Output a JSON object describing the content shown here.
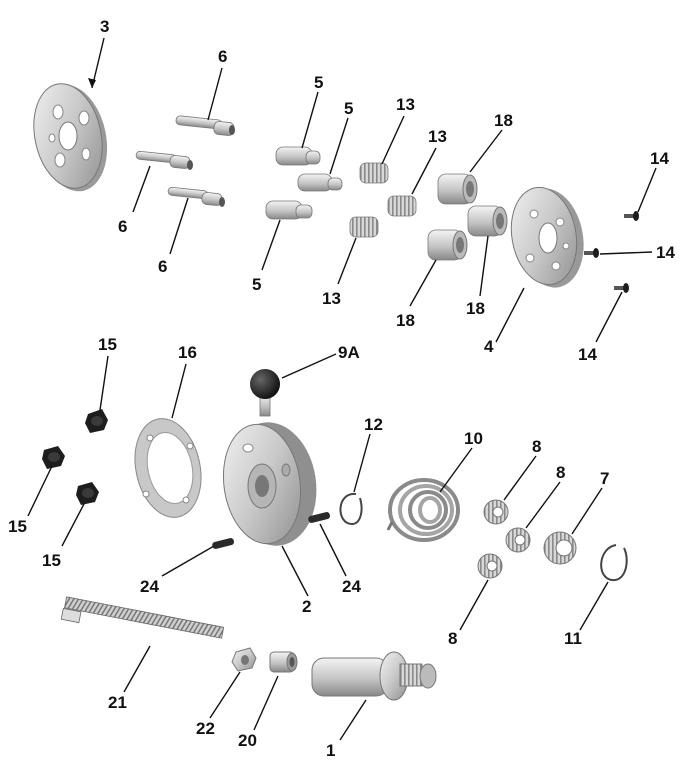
{
  "callouts": {
    "c1": "1",
    "c2": "2",
    "c3": "3",
    "c4": "4",
    "c5": "5",
    "c6": "6",
    "c7": "7",
    "c8": "8",
    "c9a": "9A",
    "c10": "10",
    "c11": "11",
    "c12": "12",
    "c13": "13",
    "c14": "14",
    "c15": "15",
    "c16": "16",
    "c18": "18",
    "c20": "20",
    "c21": "21",
    "c22": "22",
    "c24": "24"
  },
  "colors": {
    "metal_light": "#e2e2e2",
    "metal_mid": "#bdbdbd",
    "metal_dark": "#8c8c8c",
    "black_part": "#1d1d1d",
    "line": "#111111"
  }
}
